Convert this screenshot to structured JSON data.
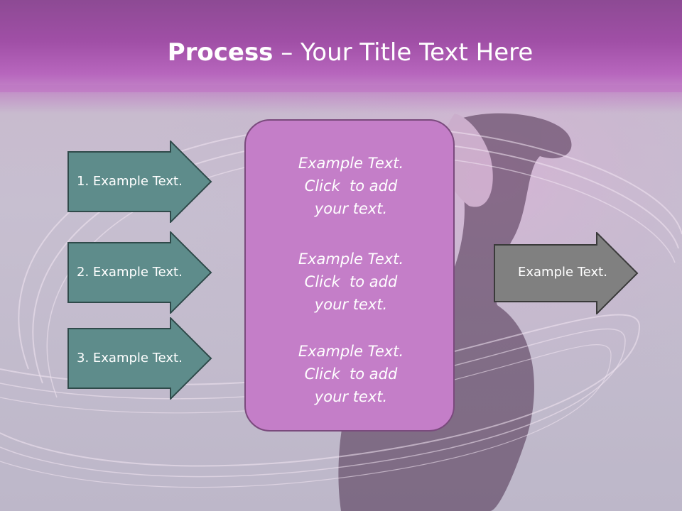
{
  "slide": {
    "title_bold": "Process",
    "title_rest": " – Your Title Text Here",
    "steps": [
      {
        "label": "1. Example Text."
      },
      {
        "label": "2. Example Text."
      },
      {
        "label": "3. Example Text."
      }
    ],
    "center_blocks": [
      {
        "text": "Example Text.\nClick  to add\nyour text."
      },
      {
        "text": "Example Text.\nClick  to add\nyour text."
      },
      {
        "text": "Example Text.\nClick  to add\nyour text."
      }
    ],
    "output": {
      "label": "Example Text."
    }
  },
  "colors": {
    "header": "#a04fa6",
    "step_arrow_fill": "#5e8c8b",
    "step_arrow_border": "#2f4a4a",
    "center_fill": "#c47ec8",
    "center_border": "#7a4a7d",
    "output_arrow_fill": "#808080",
    "output_arrow_border": "#3a3a3a"
  }
}
